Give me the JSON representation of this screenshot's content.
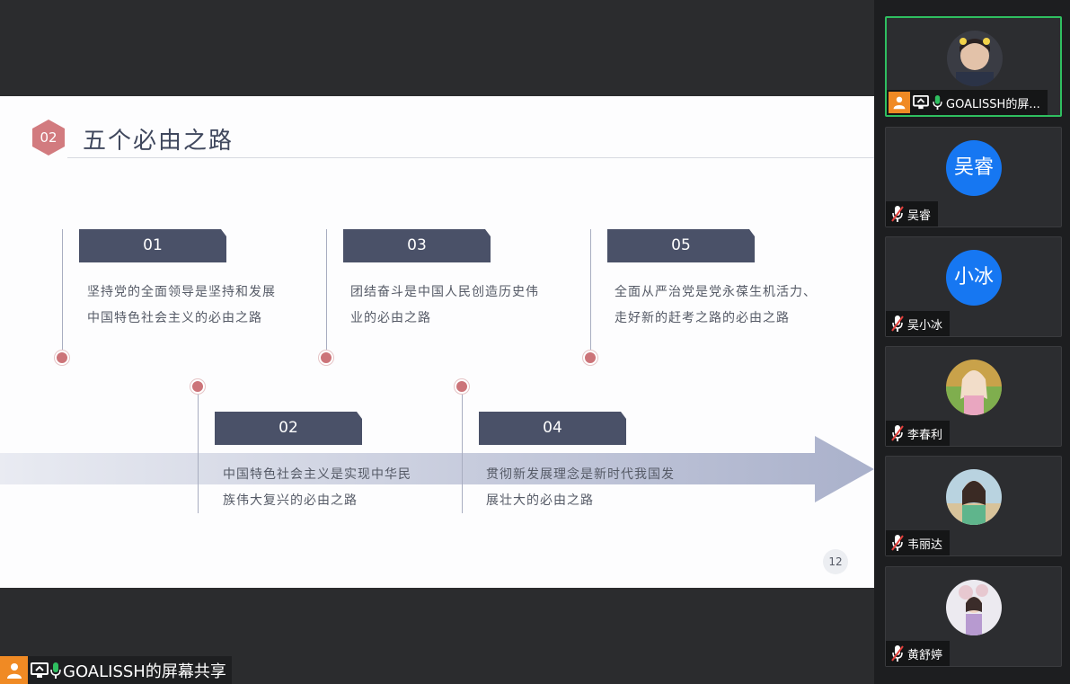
{
  "slide": {
    "section_badge": "02",
    "title": "五个必由之路",
    "page_number": "12",
    "items": [
      {
        "num": "01",
        "text_line1": "坚持党的全面领导是坚持和发展",
        "text_line2": "中国特色社会主义的必由之路"
      },
      {
        "num": "02",
        "text_line1": "中国特色社会主义是实现中华民",
        "text_line2": "族伟大复兴的必由之路"
      },
      {
        "num": "03",
        "text_line1": "团结奋斗是中国人民创造历史伟",
        "text_line2": "业的必由之路"
      },
      {
        "num": "04",
        "text_line1": "贯彻新发展理念是新时代我国发",
        "text_line2": "展壮大的必由之路"
      },
      {
        "num": "05",
        "text_line1": "全面从严治党是党永葆生机活力、",
        "text_line2": "走好新的赶考之路的必由之路"
      }
    ],
    "colors": {
      "tab": "#4a5168",
      "dot": "#cc7479",
      "arrow": "#b6bcd3"
    }
  },
  "share_label": "GOALISSH的屏幕共享",
  "participants": [
    {
      "name": "GOALISSH的屏...",
      "avatar": "photo",
      "icon": "mic-on-icon"
    },
    {
      "name": "吴睿",
      "avatar_text": "吴睿",
      "icon": "mic-muted-icon"
    },
    {
      "name": "吴小冰",
      "avatar_text": "小冰",
      "icon": "mic-muted-icon"
    },
    {
      "name": "李春利",
      "avatar": "photo",
      "icon": "mic-muted-icon"
    },
    {
      "name": "韦丽达",
      "avatar": "photo",
      "icon": "mic-muted-icon"
    },
    {
      "name": "黄舒婷",
      "avatar": "photo",
      "icon": "mic-muted-icon"
    }
  ],
  "colors": {
    "active_border": "#2fbf60",
    "avatar_blue": "#1677f2",
    "host_orange": "#f08a24"
  }
}
